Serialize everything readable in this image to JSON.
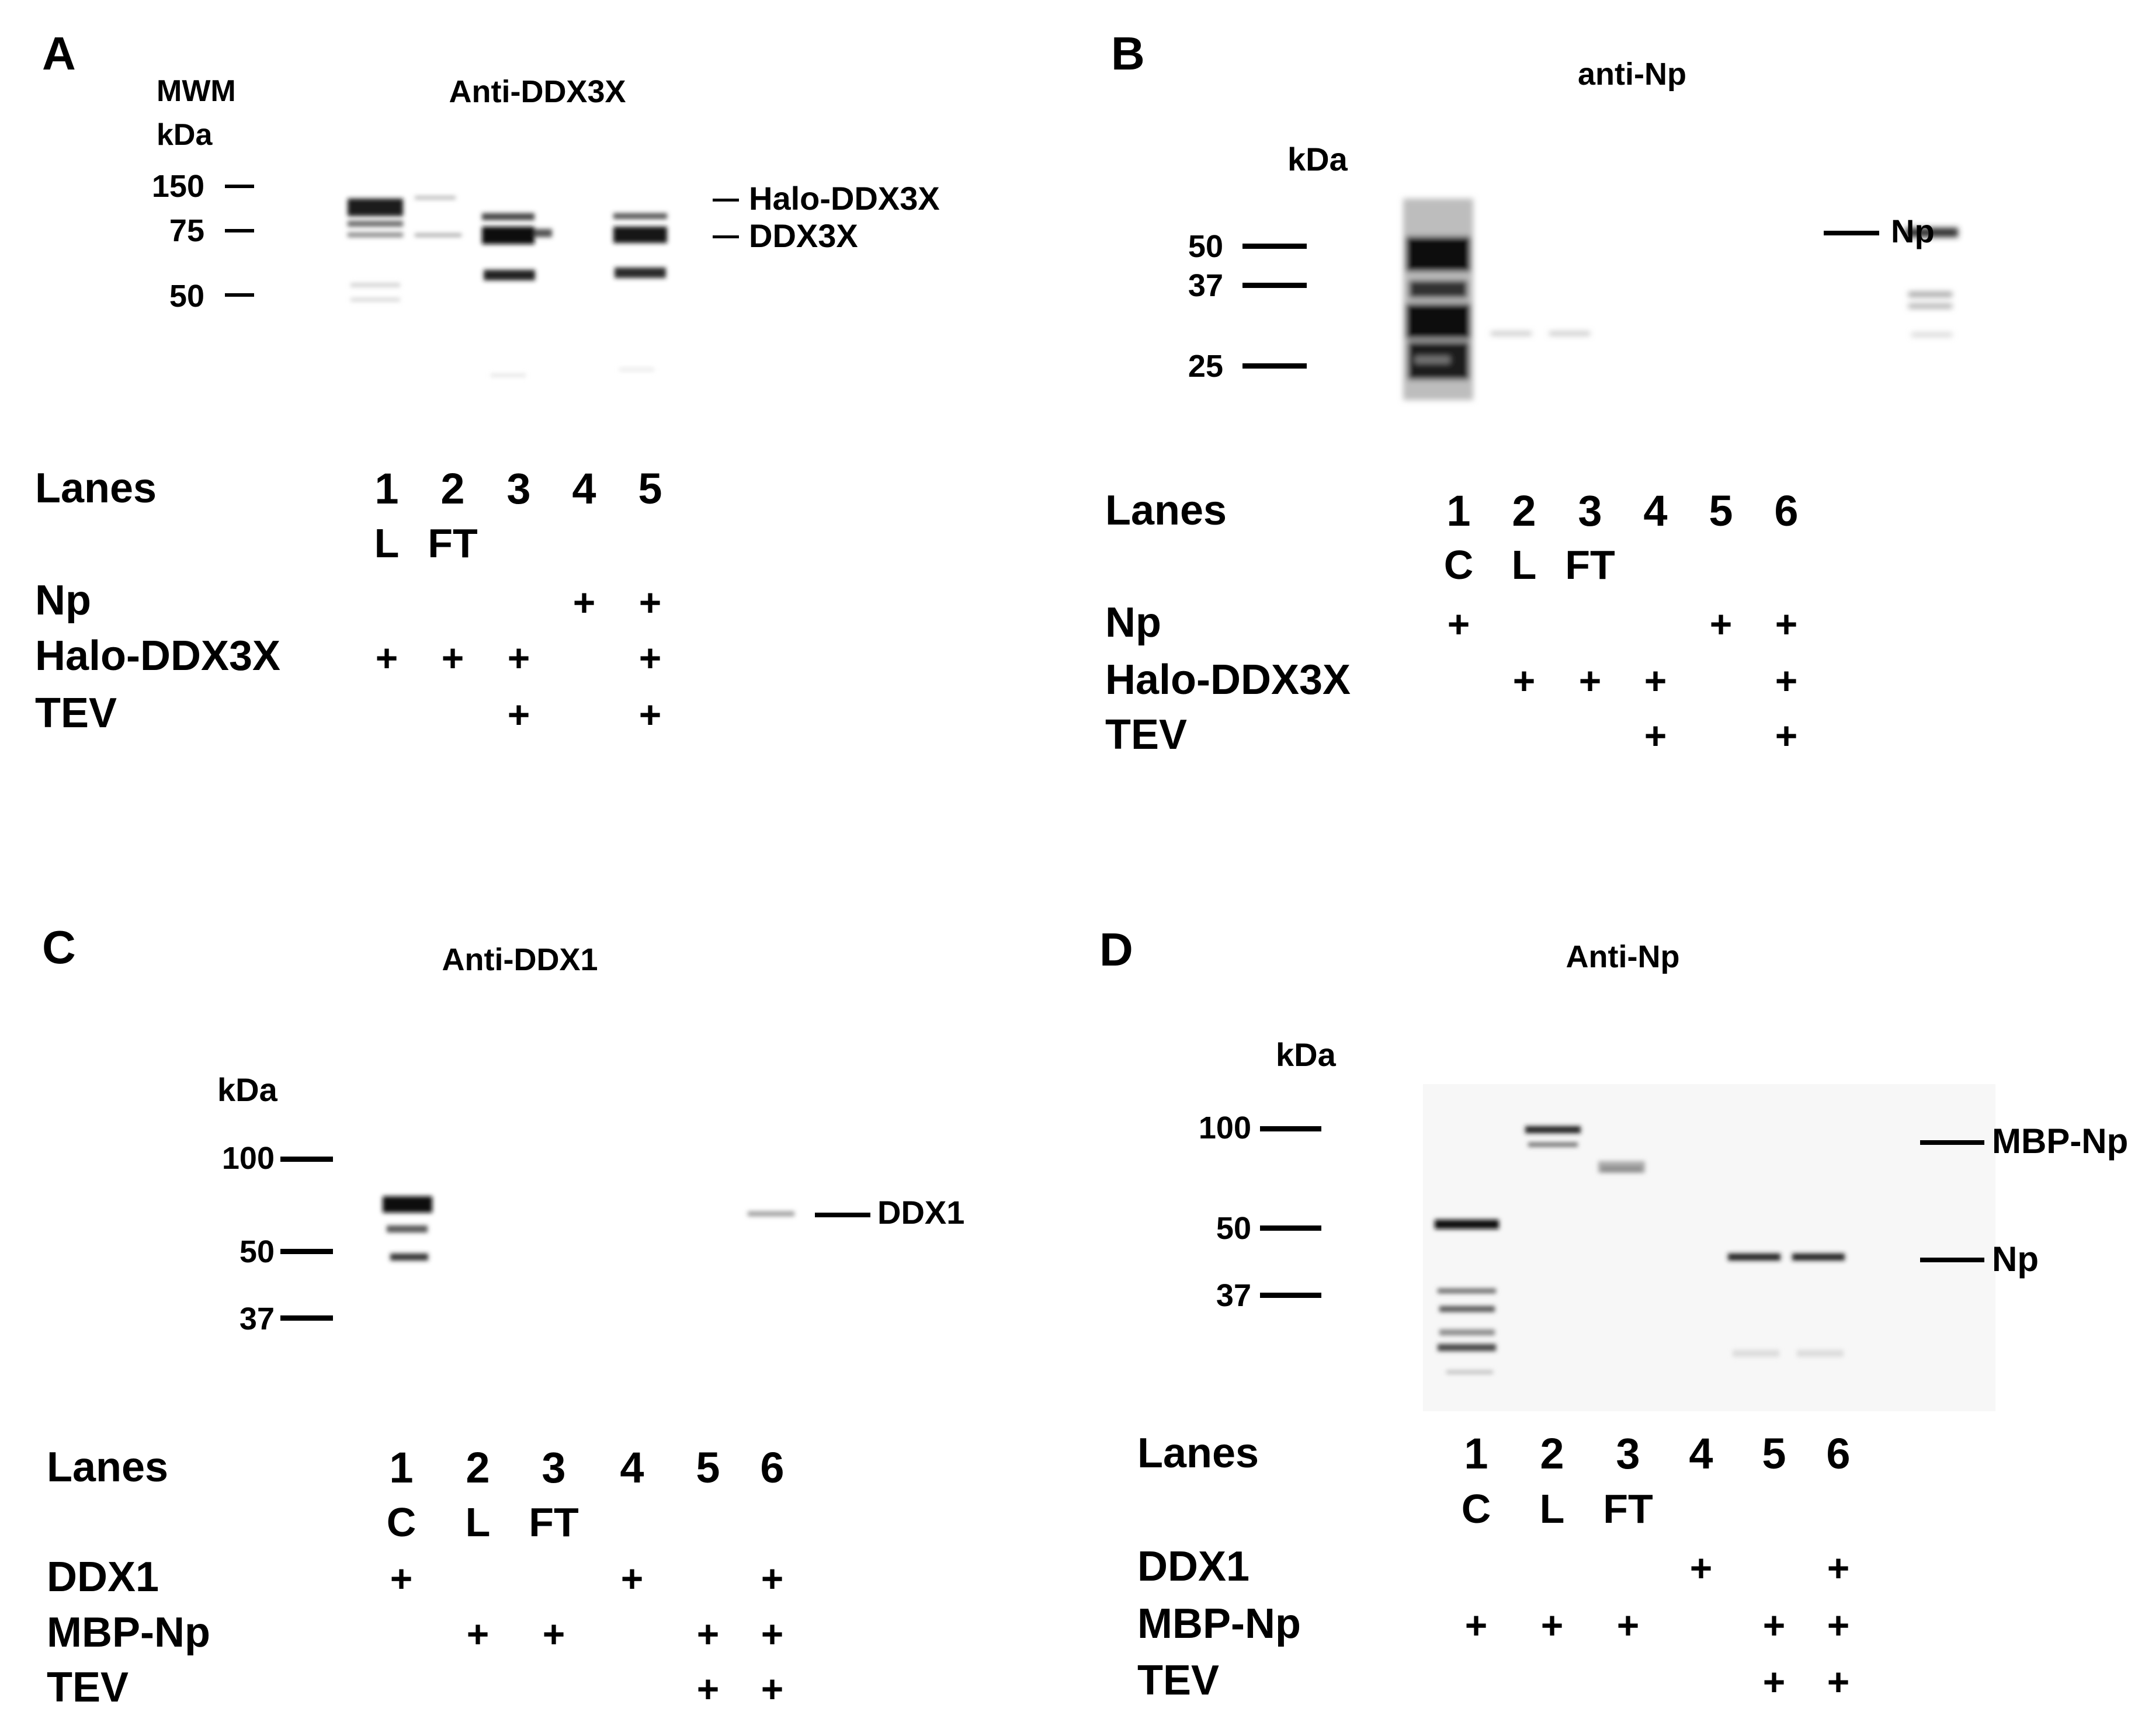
{
  "panels": {
    "a": {
      "letter": "A",
      "title": "Anti-DDX3X",
      "mwm_label": "MWM",
      "kda_label": "kDa",
      "markers": [
        "150",
        "75",
        "50"
      ],
      "bands": [
        "Halo-DDX3X",
        "DDX3X"
      ],
      "table": {
        "lanes_label": "Lanes",
        "lanes": [
          "1",
          "2",
          "3",
          "4",
          "5"
        ],
        "lane_types": [
          "L",
          "FT",
          "",
          "",
          ""
        ],
        "rows": [
          {
            "label": "Np",
            "marks": [
              "",
              "",
              "",
              "+",
              "+"
            ]
          },
          {
            "label": "Halo-DDX3X",
            "marks": [
              "+",
              "+",
              "+",
              "",
              "+"
            ]
          },
          {
            "label": "TEV",
            "marks": [
              "",
              "",
              "+",
              "",
              "+"
            ]
          }
        ]
      }
    },
    "b": {
      "letter": "B",
      "title": "anti-Np",
      "kda_label": "kDa",
      "markers": [
        "50",
        "37",
        "25"
      ],
      "bands": [
        "Np"
      ],
      "table": {
        "lanes_label": "Lanes",
        "lanes": [
          "1",
          "2",
          "3",
          "4",
          "5",
          "6"
        ],
        "lane_types": [
          "C",
          "L",
          "FT",
          "",
          "",
          ""
        ],
        "rows": [
          {
            "label": "Np",
            "marks": [
              "+",
              "",
              "",
              "",
              "+",
              "+"
            ]
          },
          {
            "label": "Halo-DDX3X",
            "marks": [
              "",
              "+",
              "+",
              "+",
              "",
              "+"
            ]
          },
          {
            "label": "TEV",
            "marks": [
              "",
              "",
              "",
              "+",
              "",
              "+"
            ]
          }
        ]
      }
    },
    "c": {
      "letter": "C",
      "title": "Anti-DDX1",
      "kda_label": "kDa",
      "markers": [
        "100",
        "50",
        "37"
      ],
      "bands": [
        "DDX1"
      ],
      "table": {
        "lanes_label": "Lanes",
        "lanes": [
          "1",
          "2",
          "3",
          "4",
          "5",
          "6"
        ],
        "lane_types": [
          "C",
          "L",
          "FT",
          "",
          "",
          ""
        ],
        "rows": [
          {
            "label": "DDX1",
            "marks": [
              "+",
              "",
              "",
              "+",
              "",
              "+"
            ]
          },
          {
            "label": "MBP-Np",
            "marks": [
              "",
              "+",
              "+",
              "",
              "+",
              "+"
            ]
          },
          {
            "label": "TEV",
            "marks": [
              "",
              "",
              "",
              "",
              "+",
              "+"
            ]
          }
        ]
      }
    },
    "d": {
      "letter": "D",
      "title": "Anti-Np",
      "kda_label": "kDa",
      "markers": [
        "100",
        "50",
        "37"
      ],
      "bands": [
        "MBP-Np",
        "Np"
      ],
      "table": {
        "lanes_label": "Lanes",
        "lanes": [
          "1",
          "2",
          "3",
          "4",
          "5",
          "6"
        ],
        "lane_types": [
          "C",
          "L",
          "FT",
          "",
          "",
          ""
        ],
        "rows": [
          {
            "label": "DDX1",
            "marks": [
              "",
              "",
              "",
              "+",
              "",
              "+"
            ]
          },
          {
            "label": "MBP-Np",
            "marks": [
              "+",
              "+",
              "+",
              "",
              "+",
              "+"
            ]
          },
          {
            "label": "TEV",
            "marks": [
              "",
              "",
              "",
              "",
              "+",
              "+"
            ]
          }
        ]
      }
    }
  }
}
